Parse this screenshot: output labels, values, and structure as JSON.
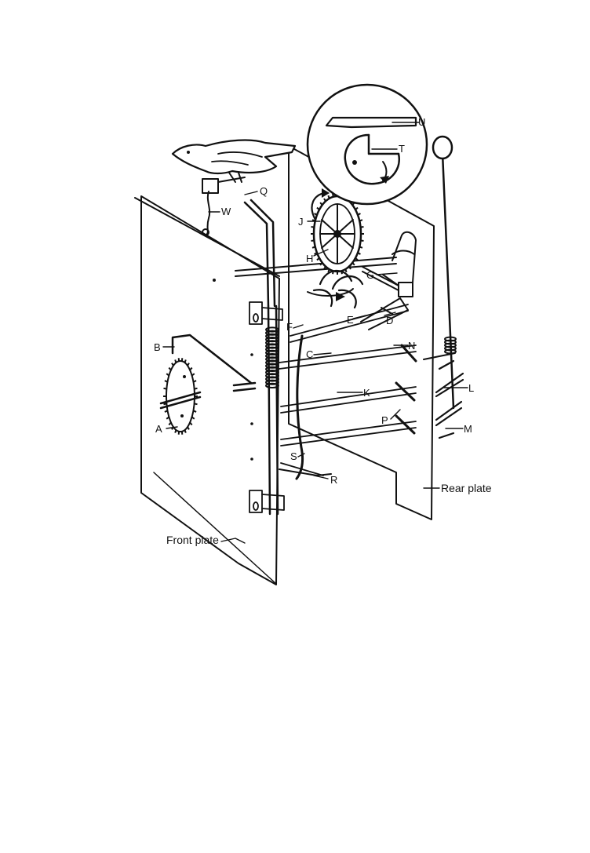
{
  "labels": {
    "U": "U",
    "T": "T",
    "Q": "Q",
    "W": "W",
    "J": "J",
    "H": "H",
    "G": "G",
    "F": "F",
    "E": "E",
    "D": "D",
    "B": "B",
    "C": "C",
    "N": "N",
    "K": "K",
    "L": "L",
    "A": "A",
    "P": "P",
    "M": "M",
    "S": "S",
    "R": "R",
    "rear_plate": "Rear plate",
    "front_plate": "Front plate"
  }
}
